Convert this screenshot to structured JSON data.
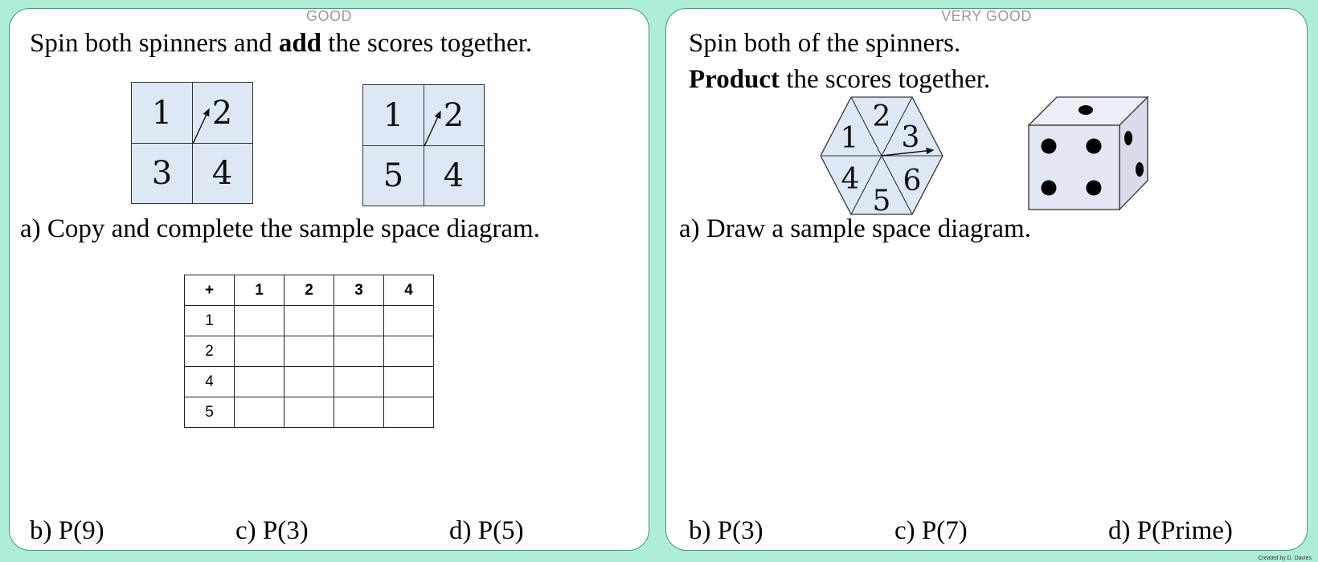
{
  "left": {
    "level": "GOOD",
    "instruction_prefix": "Spin both spinners and ",
    "instruction_bold": "add",
    "instruction_suffix": " the scores together.",
    "spinner_a": [
      "1",
      "2",
      "3",
      "4"
    ],
    "spinner_b": [
      "1",
      "2",
      "5",
      "4"
    ],
    "question_a": "a) Copy and complete the sample space diagram.",
    "table": {
      "corner": "+",
      "columns": [
        "1",
        "2",
        "3",
        "4"
      ],
      "rows": [
        "1",
        "2",
        "4",
        "5"
      ]
    },
    "question_b": "b) P(9)",
    "question_c": "c) P(3)",
    "question_d": "d) P(5)"
  },
  "right": {
    "level": "VERY GOOD",
    "instruction_line1": "Spin both of the spinners.",
    "instruction_bold": "Product",
    "instruction_suffix": " the scores together.",
    "hexagon": [
      "2",
      "3",
      "6",
      "5",
      "4",
      "1"
    ],
    "dice_front_pips": 4,
    "question_a": "a) Draw a sample space diagram.",
    "question_b": "b) P(3)",
    "question_c": "c) P(7)",
    "question_d": "d) P(Prime)"
  },
  "colors": {
    "background": "#aeeed6",
    "spinner_fill": "#dde8f4",
    "card_border": "#4d8f86"
  },
  "credit": "Created by D. Davies"
}
